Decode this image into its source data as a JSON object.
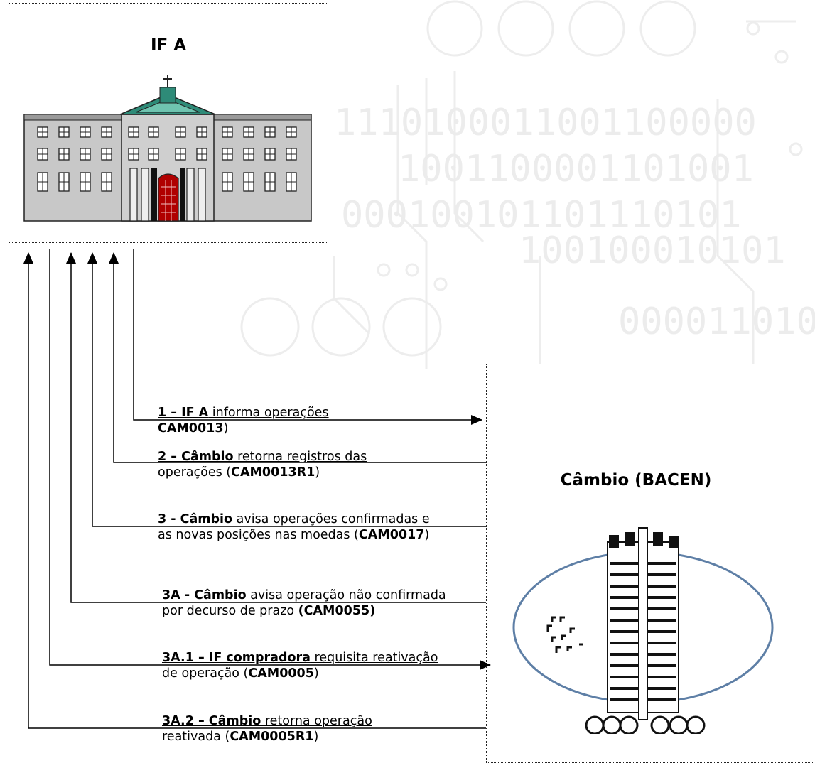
{
  "institution_a": {
    "title": "IF A"
  },
  "cambio": {
    "title": "Câmbio (BACEN)"
  },
  "messages": [
    {
      "step": "1 – IF A",
      "text_after_step": " informa operações",
      "line2_code": "CAM0013",
      "line2_tail": ")"
    },
    {
      "step": "2 – Câmbio",
      "text_after_step": " retorna registros das",
      "line2_pre": "operações (",
      "line2_code": "CAM0013R1",
      "line2_tail": ")"
    },
    {
      "step": "3 - Câmbio",
      "text_after_step": " avisa operações confirmadas e",
      "line2_pre": "as novas posições nas moedas (",
      "line2_code": "CAM0017",
      "line2_tail": ")"
    },
    {
      "step": "3A - Câmbio",
      "text_after_step": " avisa operação não confirmada",
      "line2_pre": "por decurso de prazo ",
      "line2_code": "(CAM0055",
      "line2_tail": ")"
    },
    {
      "step": "3A.1 – IF compradora",
      "text_after_step": " requisita reativação",
      "line2_pre": "de operação (",
      "line2_code": "CAM0005",
      "line2_tail": ")"
    },
    {
      "step": "3A.2 – Câmbio",
      "text_after_step": " retorna operação",
      "line2_pre": "reativada (",
      "line2_code": "CAM0005R1",
      "line2_tail": ")"
    }
  ],
  "colors": {
    "line": "#000000",
    "building_wall": "#c8c8c8",
    "roof": "#2e8b78",
    "door": "#b00000",
    "bg_pattern": "#ededed",
    "oval": "#5e7fa6"
  },
  "icons": [
    "building-icon",
    "central-bank-building-icon"
  ]
}
